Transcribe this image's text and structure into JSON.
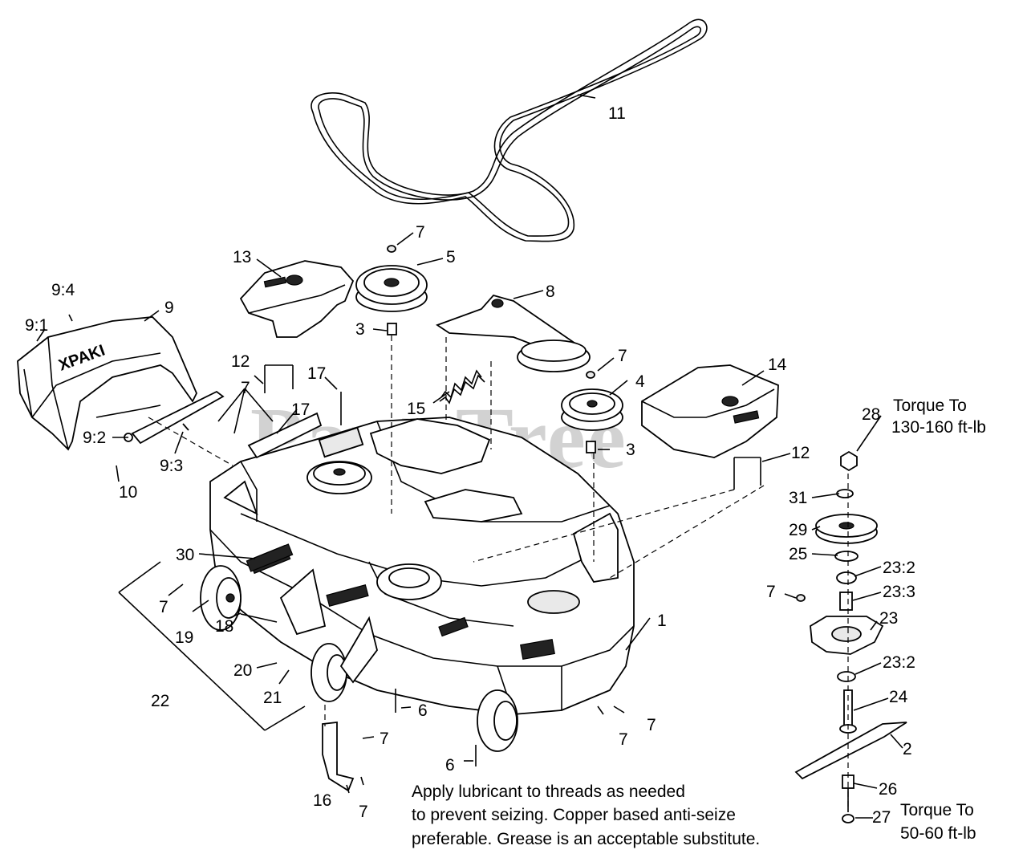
{
  "watermark": "PartsTree",
  "callouts": {
    "c1": "1",
    "c2": "2",
    "c3a": "3",
    "c3b": "3",
    "c4": "4",
    "c5": "5",
    "c6a": "6",
    "c6b": "6",
    "c7a": "7",
    "c7b": "7",
    "c7c": "7",
    "c7d": "7",
    "c7e": "7",
    "c7f": "7",
    "c7g": "7",
    "c7h": "7",
    "c7i": "7",
    "c8": "8",
    "c9": "9",
    "c9_1": "9:1",
    "c9_2": "9:2",
    "c9_3": "9:3",
    "c9_4": "9:4",
    "c10": "10",
    "c11": "11",
    "c12a": "12",
    "c12b": "12",
    "c13": "13",
    "c14": "14",
    "c15": "15",
    "c16": "16",
    "c17a": "17",
    "c17b": "17",
    "c18": "18",
    "c19": "19",
    "c20": "20",
    "c21": "21",
    "c22": "22",
    "c23": "23",
    "c23_2a": "23:2",
    "c23_2b": "23:2",
    "c23_3": "23:3",
    "c24": "24",
    "c25": "25",
    "c26": "26",
    "c27": "27",
    "c28": "28",
    "c29": "29",
    "c30": "30",
    "c31": "31"
  },
  "torque_top": {
    "line1": "Torque To",
    "line2": "130-160 ft-lb"
  },
  "torque_bottom": {
    "line1": "Torque To",
    "line2": "50-60 ft-lb"
  },
  "note": {
    "line1": "Apply lubricant to threads as needed",
    "line2": "to prevent seizing. Copper based anti-seize",
    "line3": "preferable. Grease is an acceptable substitute."
  }
}
